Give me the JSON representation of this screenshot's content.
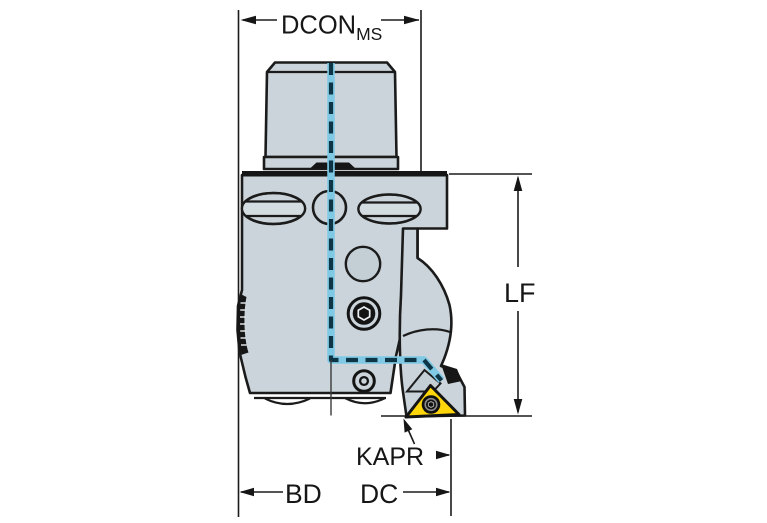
{
  "diagram": {
    "type": "tool-dimension-drawing",
    "subject": "milling adaptor with triangular insert, side view with dimension callouts",
    "dimensions": {
      "dcon": {
        "label": "DCON",
        "sub": "MS"
      },
      "lf": {
        "label": "LF"
      },
      "kapr": {
        "label": "KAPR"
      },
      "bd": {
        "label": "BD"
      },
      "dc": {
        "label": "DC"
      }
    },
    "colors": {
      "background": "#ffffff",
      "body_metal": "#cad4da",
      "outline": "#1b1b1b",
      "coolant_light": "#7fc9e4",
      "coolant_dark": "#0d3546",
      "insert_yellow": "#ffd60a"
    }
  }
}
